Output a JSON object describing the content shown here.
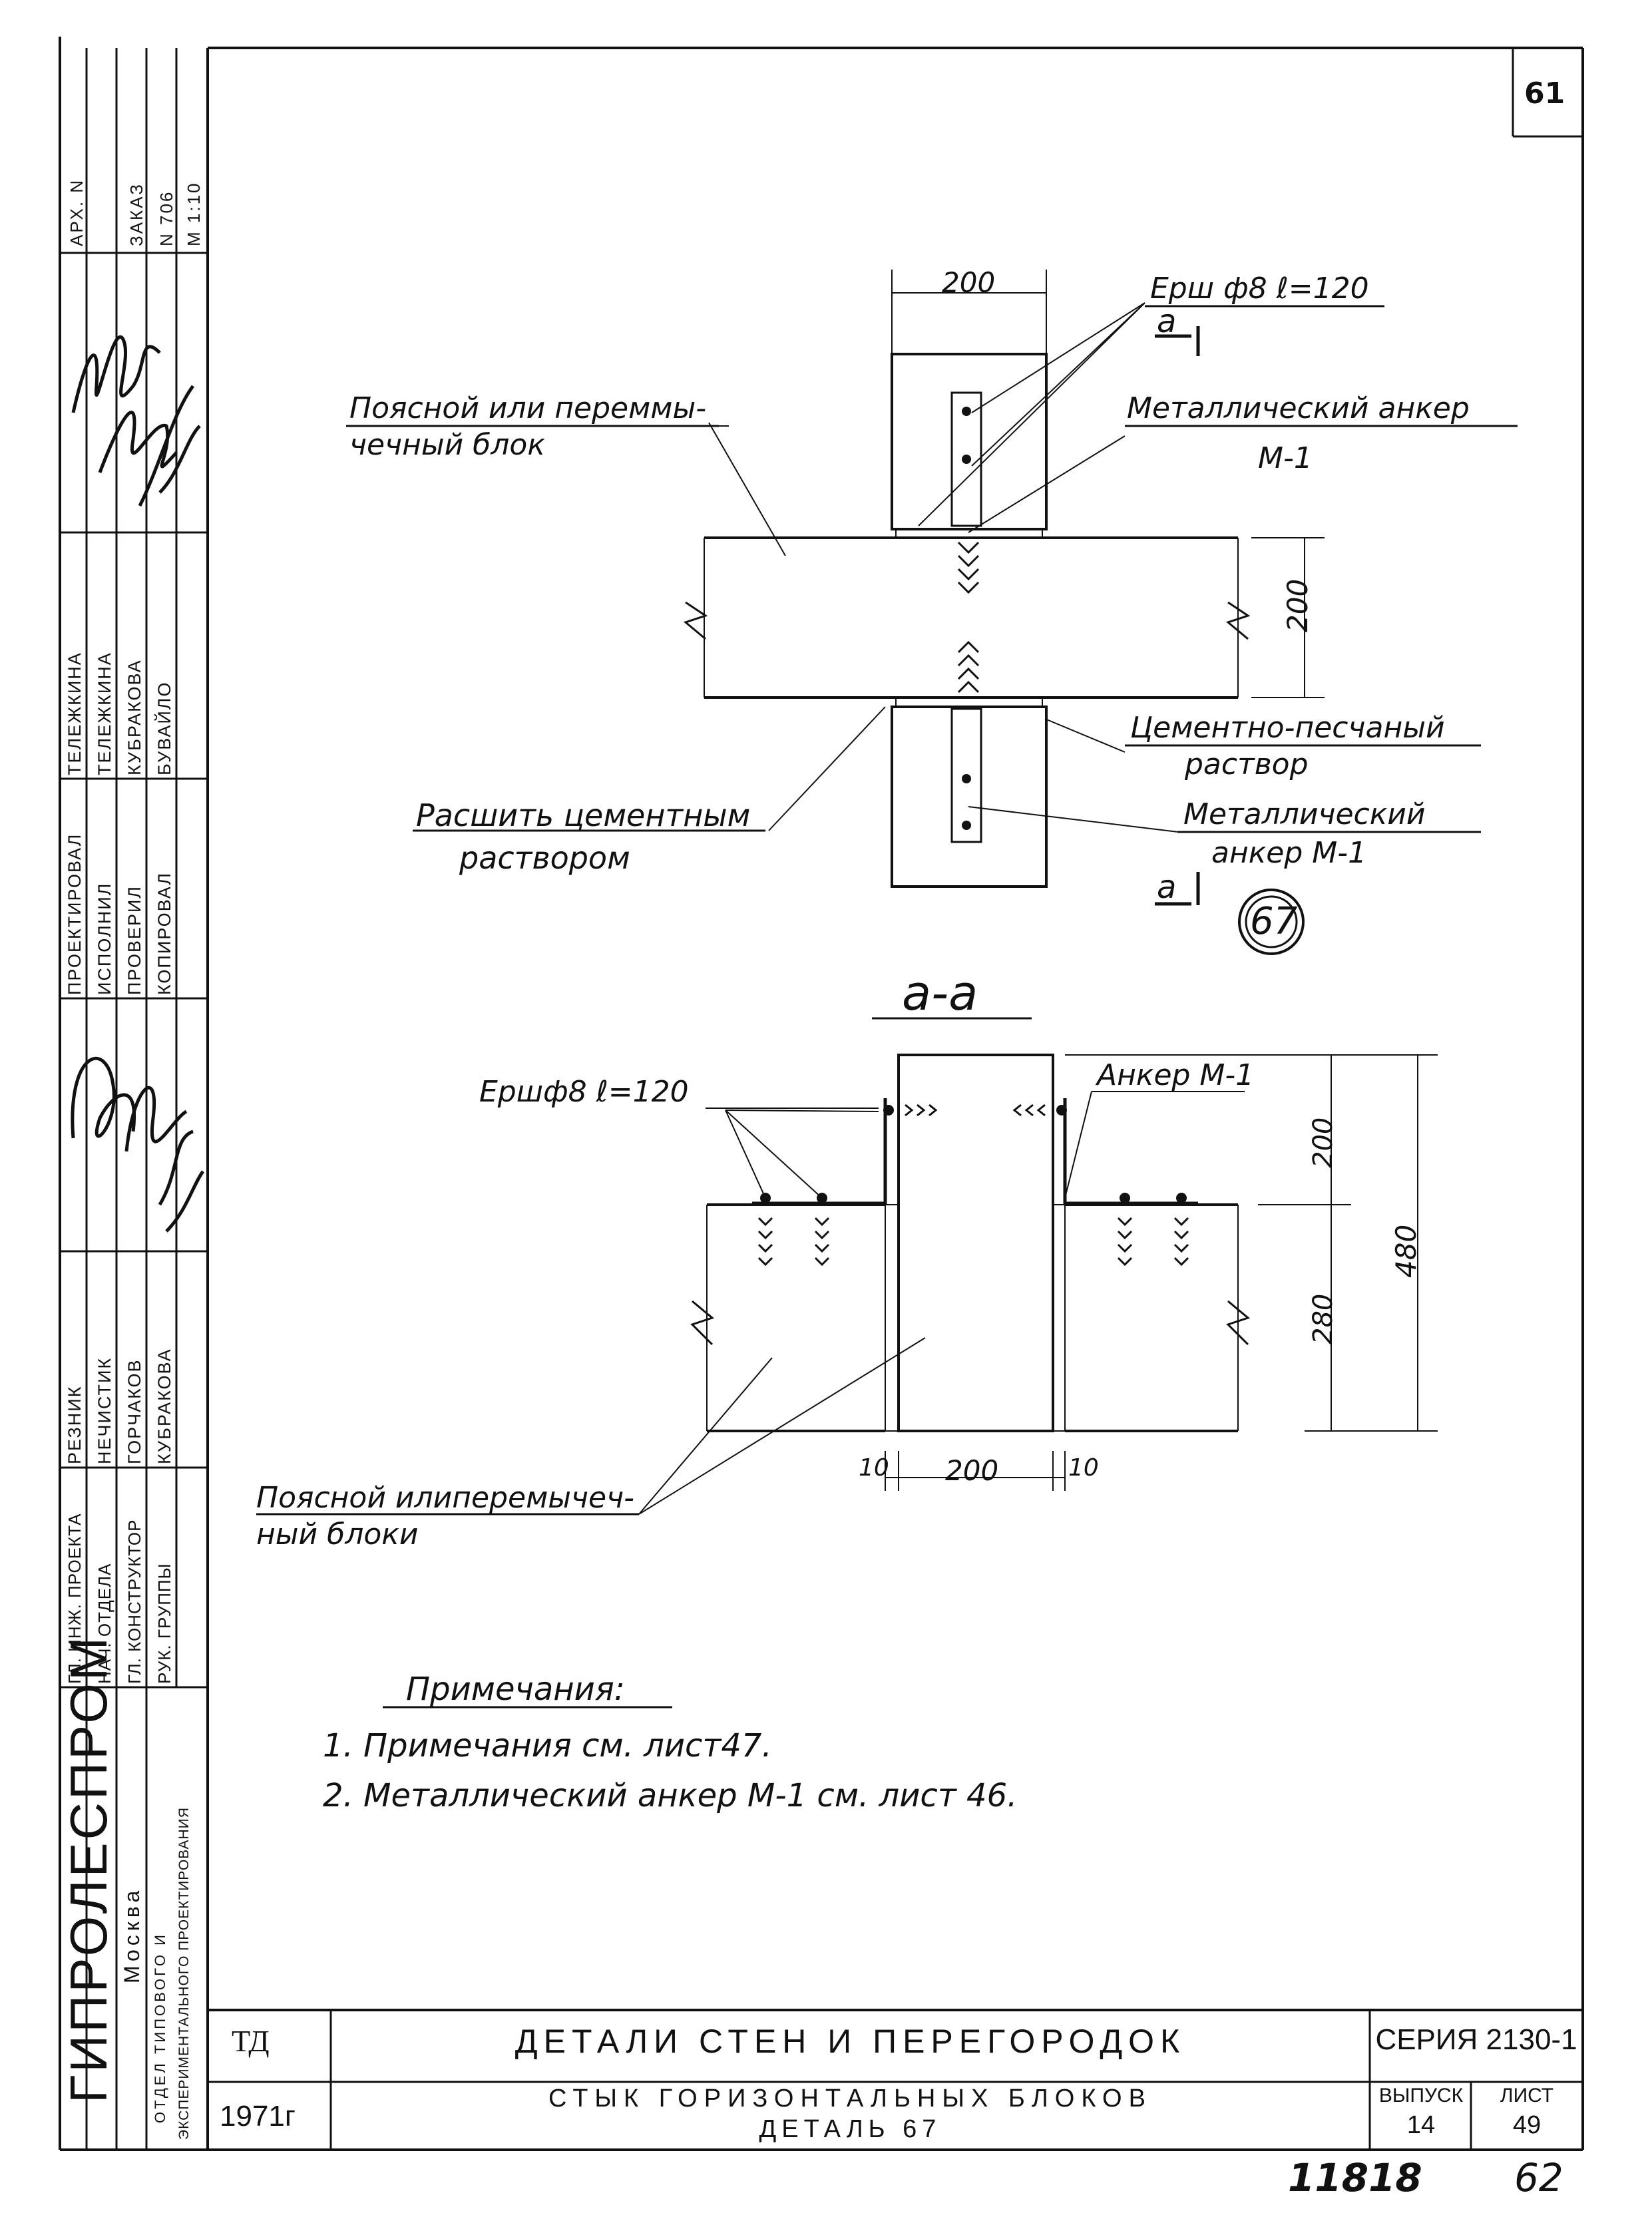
{
  "sheet_number_top": "61",
  "bottom_numbers": {
    "left": "11818",
    "right": "62"
  },
  "detail_number": "67",
  "upper_view": {
    "dim_top": "200",
    "dim_right": "200",
    "label_ersh": "Ерш ф8 ℓ=120",
    "section_mark_top": "а",
    "section_mark_bottom": "а",
    "label_block_line1": "Поясной или переммы-",
    "label_block_line2": "чечный блок",
    "label_anchor_top_line1": "Металлический анкер",
    "label_anchor_top_line2": "М-1",
    "label_mortar_line1": "Цементно-песчаный",
    "label_mortar_line2": "раствор",
    "label_anchor_bottom_line1": "Металлический",
    "label_anchor_bottom_line2": "анкер М-1",
    "label_joint_line1": "Расшить цементным",
    "label_joint_line2": "раствором"
  },
  "section": {
    "title": "а-а",
    "label_ersh": "Ершф8 ℓ=120",
    "label_anchor": "Анкер М-1",
    "dim_200_v": "200",
    "dim_280": "280",
    "dim_480": "480",
    "dim_10_left": "10",
    "dim_200_h": "200",
    "dim_10_right": "10",
    "label_blocks_line1": "Поясной илиперемычеч-",
    "label_blocks_line2": "ный блоки"
  },
  "notes": {
    "heading": "Примечания:",
    "items": [
      "1. Примечания см. лист47.",
      "2. Металлический анкер М-1 см. лист 46."
    ]
  },
  "left_stamp": {
    "archive": [
      "АРХ. N",
      "ЗАКАЗ",
      "N 706",
      "М 1:10"
    ],
    "roles_a": [
      "ПРОЕКТИРОВАЛ",
      "ИСПОЛНИЛ",
      "ПРОВЕРИЛ",
      "КОПИРОВАЛ"
    ],
    "names_a": [
      "ТЕЛЕЖКИНА",
      "ТЕЛЕЖКИНА",
      "КУБРАКОВА",
      "БУВАЙЛО"
    ],
    "roles_b": [
      "ГЛ. ИНЖ. ПРОЕКТА",
      "НАЧ. ОТДЕЛА",
      "ГЛ. КОНСТРУКТОР",
      "РУК. ГРУППЫ"
    ],
    "names_b": [
      "РЕЗНИК",
      "НЕЧИСТИК",
      "ГОРЧАКОВ",
      "КУБРАКОВА"
    ],
    "org": "ГИПРОЛЕСПРОМ",
    "city": "Москва",
    "dept_line1": "ОТДЕЛ ТИПОВОГО И",
    "dept_line2": "ЭКСПЕРИМЕНТАЛЬНОГО ПРОЕКТИРОВАНИЯ"
  },
  "title_block": {
    "code": "ТД",
    "year": "1971г",
    "title": "ДЕТАЛИ СТЕН И ПЕРЕГОРОДОК",
    "subtitle_line1": "СТЫК ГОРИЗОНТАЛЬНЫХ БЛОКОВ",
    "subtitle_line2": "ДЕТАЛЬ 67",
    "series": "СЕРИЯ 2130-1",
    "issue_label": "ВЫПУСК",
    "issue_value": "14",
    "sheet_label": "ЛИСТ",
    "sheet_value": "49"
  }
}
